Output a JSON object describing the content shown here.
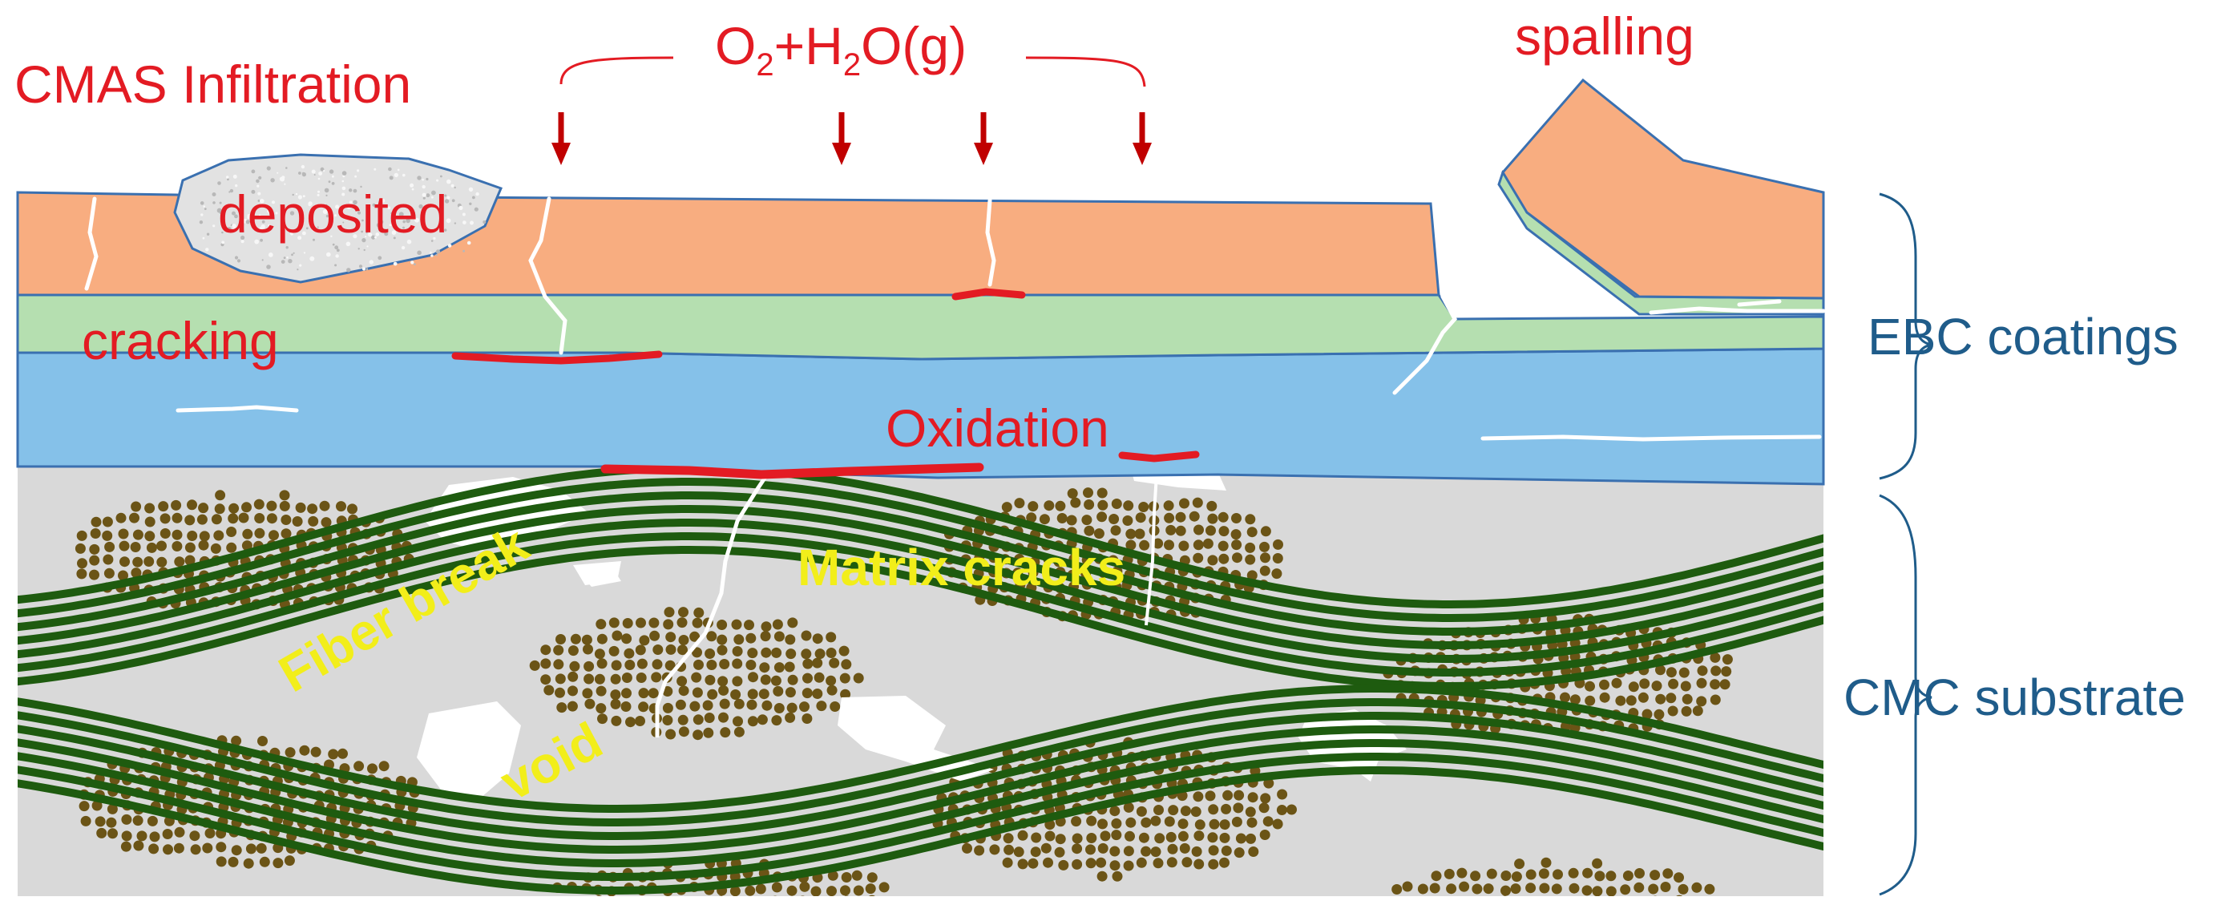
{
  "labels": {
    "cmas": "CMAS Infiltration",
    "gas": "O2+H2O(g)",
    "gas_o": "O",
    "gas_o_sub": "2",
    "gas_plus": "+H",
    "gas_h_sub": "2",
    "gas_rest": "O(g)",
    "spalling": "spalling",
    "deposited": "deposited",
    "cracking": "cracking",
    "oxidation": "Oxidation",
    "matrix_cracks": "Matrix cracks",
    "fiber_break": "Fiber break",
    "void": "void",
    "ebc": "EBC coatings",
    "cmc": "CMC substrate"
  },
  "colors": {
    "topcoat": "#f8ad80",
    "intermediate": "#b5dfb0",
    "bondcoat": "#85c1e9",
    "substrate": "#d9d9d9",
    "fiber_green": "#1e5b0f",
    "fiber_dot": "#6b5416",
    "accent_red": "#e31b23",
    "label_blue": "#1f5c8a",
    "label_yellow": "#f2ee1a"
  }
}
